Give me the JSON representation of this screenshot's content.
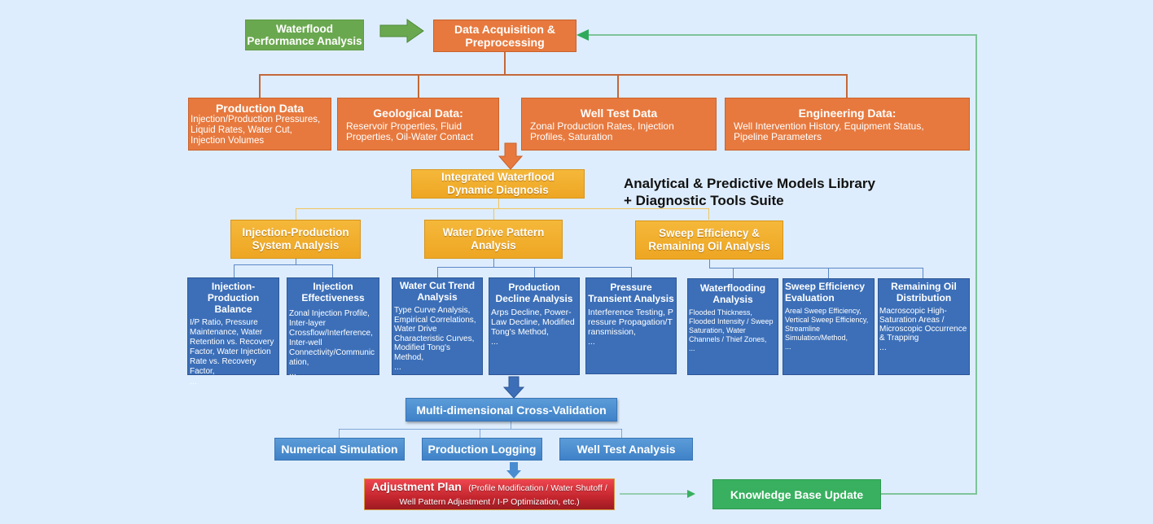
{
  "start": {
    "label": "Waterflood Performance Analysis"
  },
  "acquisition": {
    "label": "Data Acquisition & Preprocessing"
  },
  "data_sources": [
    {
      "title": "Production Data",
      "desc": "Injection/Production Pressures, Liquid Rates, Water Cut, Injection Volumes"
    },
    {
      "title": "Geological Data:",
      "desc": "Reservoir Properties, Fluid Properties, Oil-Water Contact"
    },
    {
      "title": "Well Test Data",
      "desc": "Zonal Production Rates, Injection Profiles, Saturation"
    },
    {
      "title": "Engineering Data:",
      "desc": "Well Intervention History, Equipment Status, Pipeline Parameters"
    }
  ],
  "diagnosis": {
    "label": "Integrated Waterflood Dynamic Diagnosis"
  },
  "library": {
    "line1": "Analytical & Predictive Models Library",
    "line2": "+ Diagnostic Tools Suite"
  },
  "analyses": [
    {
      "label": "Injection-Production System Analysis"
    },
    {
      "label": "Water Drive Pattern Analysis"
    },
    {
      "label": "Sweep Efficiency & Remaining Oil Analysis"
    }
  ],
  "methods": [
    {
      "title": "Injection-Production Balance",
      "desc": "I/P Ratio, Pressure Maintenance, Water Retention vs. Recovery Factor, Water Injection Rate vs. Recovery Factor,",
      "more": "..."
    },
    {
      "title": "Injection Effectiveness",
      "desc": "Zonal Injection Profile, Inter-layer Crossflow/Interference, Inter-well Connectivity/Communication,",
      "more": "..."
    },
    {
      "title": "Water Cut Trend Analysis",
      "desc": "Type Curve Analysis, Empirical Correlations, Water Drive Characteristic Curves, Modified Tong's Method,",
      "more": "..."
    },
    {
      "title": "Production Decline Analysis",
      "desc": "Arps Decline, Power-Law Decline, Modified Tong's Method,",
      "more": "..."
    },
    {
      "title": "Pressure Transient Analysis",
      "desc": "Interference Testing, Pressure Propagation/Transmission,",
      "more": "..."
    },
    {
      "title": "Waterflooding Analysis",
      "desc": "Flooded Thickness, Flooded Intensity / Sweep Saturation, Water Channels / Thief Zones,",
      "more": "..."
    },
    {
      "title": "Sweep Efficiency Evaluation",
      "desc": "Areal Sweep Efficiency, Vertical Sweep Efficiency, Streamline Simulation/Method,",
      "more": "..."
    },
    {
      "title": "Remaining Oil Distribution",
      "desc": "Macroscopic High-Saturation Areas / Microscopic Occurrence & Trapping",
      "more": "..."
    }
  ],
  "validation": {
    "label": "Multi-dimensional Cross-Validation"
  },
  "validation_methods": [
    {
      "label": "Numerical Simulation"
    },
    {
      "label": "Production Logging"
    },
    {
      "label": "Well Test Analysis"
    }
  ],
  "adjustment": {
    "title": "Adjustment Plan",
    "detail": "(Profile Modification / Water Shutoff / Well Pattern Adjustment / I-P Optimization, etc.)"
  },
  "knowledge": {
    "label": "Knowledge Base Update"
  },
  "colors": {
    "background": "#deedfd",
    "start": "#6aa84f",
    "data": "#e7793e",
    "analysis": "#f2ae2e",
    "method": "#3c6fb8",
    "validation": "#4a8cd0",
    "adjustment": "#c4262e",
    "knowledge": "#38b05f"
  }
}
